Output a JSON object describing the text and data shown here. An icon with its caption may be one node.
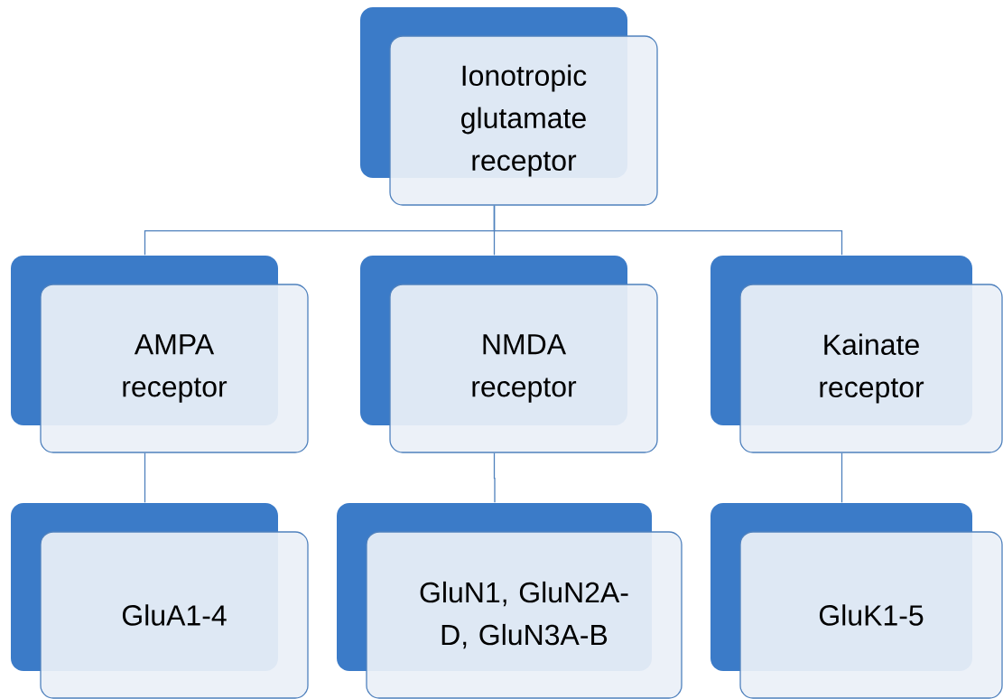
{
  "diagram": {
    "nodes": [
      {
        "text": [
          "Ionotropic glutamate receptor"
        ]
      },
      {
        "text": [
          "AMPA receptor"
        ]
      },
      {
        "text": [
          "NMDA receptor"
        ]
      },
      {
        "text": [
          "Kainate receptor"
        ]
      },
      {
        "text": [
          "GluA1-4"
        ]
      },
      {
        "text": [
          "GluN1, GluN2A-D, GluN3A-B"
        ]
      },
      {
        "text": [
          "GluK1-5"
        ]
      }
    ],
    "edges": [
      {
        "from": 0,
        "to": 1,
        "arrow": "none"
      },
      {
        "from": 0,
        "to": 2,
        "arrow": "none"
      },
      {
        "from": 0,
        "to": 3,
        "arrow": "none"
      },
      {
        "from": 1,
        "to": 4,
        "arrow": "none"
      },
      {
        "from": 2,
        "to": 5,
        "arrow": "none"
      },
      {
        "from": 3,
        "to": 6,
        "arrow": "none"
      }
    ]
  }
}
